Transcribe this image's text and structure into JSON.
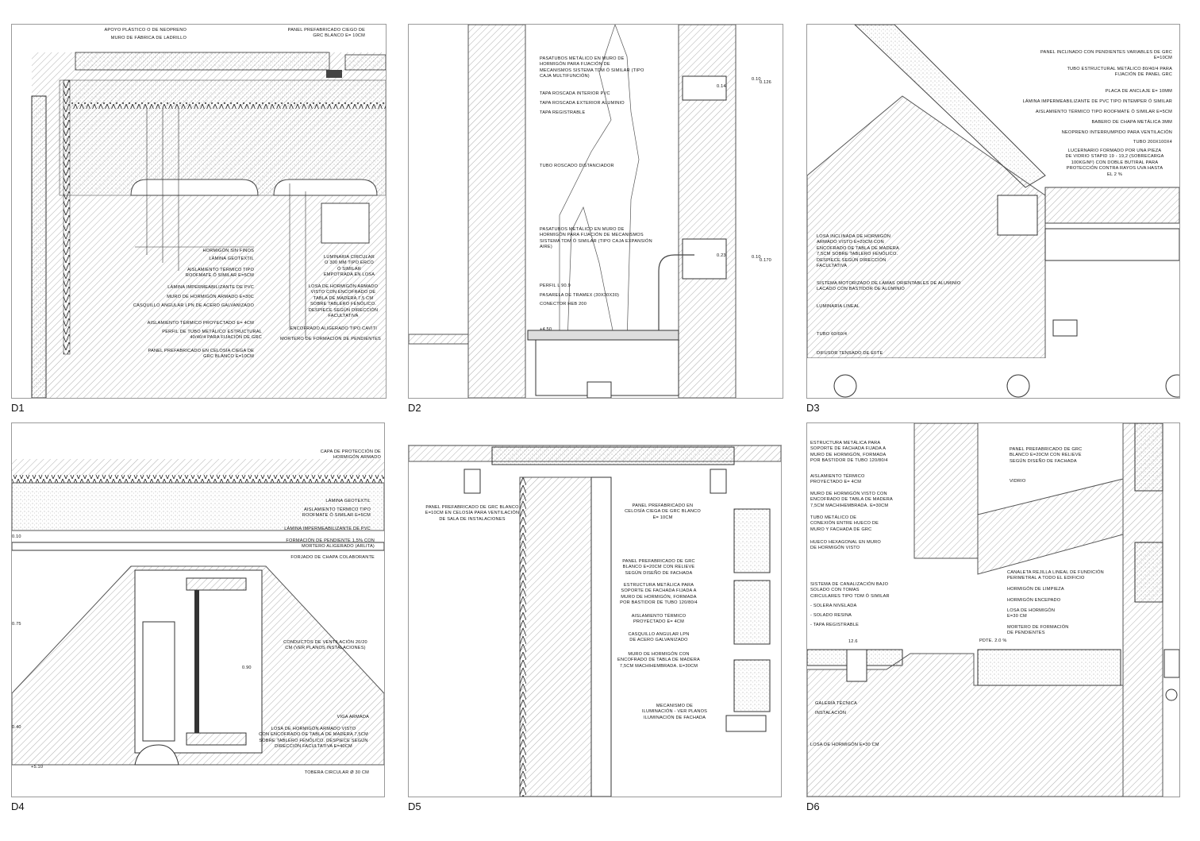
{
  "panels": [
    {
      "id": "D1",
      "label": "D1",
      "notes": [
        "APOYO PLÁSTICO O DE NEOPRENO",
        "MURO DE FÁBRICA DE LADRILLO",
        "PANEL PREFABRICADO CIEGO DE\nGRC BLANCO e= 10cm",
        "HORMIGÓN SIN FINOS",
        "LÁMINA GEOTEXTIL",
        "AISLAMIENTO TÉRMICO TIPO\nROOFMATE Ó SIMILAR e=5cm",
        "LÁMINA IMPERMEABILIZANTE DE PVC",
        "MURO DE HORMIGÓN ARMADO E=30C",
        "CASQUILLO ANGULAR LPN DE ACERO GALVANIZADO",
        "AISLAMIENTO TÉRMICO PROYECTADO e= 4cm",
        "PERFIL DE TUBO METÁLICO ESTRUCTURAL\n40/40/4 PARA FIJACIÓN DE GRC",
        "PANEL PREFABRICADO EN CELOSÍA CIEGA DE\nGRC BLANCO e=10cm",
        "LUMINARIA CIRCULAR\nO 300 mm TIPO ERCO\nÓ SIMILAR\nEMPOTRADA EN LOSA",
        "LOSA DE HORMIGÓN ARMADO\nVISTO CON ENCOFRADO DE\nTABLA DE MADERA 7,5 cm\nSOBRE TABLERO FENÓLICO.\nDESPIECE SEGÚN DIRECCIÓN\nFACULTATIVA",
        "ENCOFRADO ALIGERADO TIPO CAVITI",
        "MORTERO DE FORMACIÓN DE PENDIENTES"
      ]
    },
    {
      "id": "D2",
      "label": "D2",
      "notes": [
        "PASATUBOS METÁLICO EN MURO DE\nHORMIGÓN PARA FIJACIÓN DE\nMECANISMOS SISTEMA TDM Ó SIMILAR (TIPO\nCAJA MULTIFUNCIÓN)",
        "TAPA ROSCADA INTERIOR PVC",
        "TAPA ROSCADA EXTERIOR ALUMINIO",
        "TAPA REGISTRABLE",
        "TUBO ROSCADO DISTANCIADOR",
        "PASATUBOS METÁLICO EN MURO DE\nHORMIGÓN PARA FIJACIÓN DE MECANISMOS\nSISTEMA TDM Ó SIMILAR (TIPO CAJA EXPANSIÓN\nAIRE)",
        "PERFIL L 90.9",
        "PASARELA DE TRAMEX (30X30X30)",
        "CONECTOR HEB 200",
        "0.10",
        "0.126",
        "0.14",
        "0.10",
        "0.170",
        "0.23",
        "+4.50"
      ]
    },
    {
      "id": "D3",
      "label": "D3",
      "notes": [
        "PANEL INCLINADO CON PENDIENTES VARIABLES DE GRC\nE=10CM",
        "TUBO ESTRUCTURAL METÁLICO 80/40/4 PARA\nFIJACIÓN DE PANEL GRC",
        "PLACA DE ANCLAJE E= 10MM",
        "LÁMINA IMPERMEABILIZANTE DE PVC TIPO INTEMPER Ó SIMILAR",
        "AISLAMIENTO TÉRMICO TIPO ROOFMATE Ó SIMILAR E=5CM",
        "BABERO DE CHAPA METÁLICA 3MM",
        "NEOPRENO INTERRUMPIDO PARA VENTILACIÓN",
        "TUBO 200X100X4",
        "LUCERNARIO FORMADO POR UNA PIEZA\nDE VIDRIO STAPID 19 - 19,2 (SOBRECARGA\n100KG/M²) CON DOBLE BUTIRAL PARA\nPROTECCIÓN CONTRA RAYOS UVA HASTA\nEL 2 %",
        "LOSA INCLINADA DE HORMIGÓN\nARMADO VISTO E=20CM CON\nENCOFRADO DE TABLA DE MADERA\n7,5CM SOBRE TABLERO FENÓLICO.\nDESPIECE SEGÚN DIRECCIÓN\nFACULTATIVA",
        "SISTEMA MOTORIZADO DE LÁMAS ORIENTABLES DE ALUMINIO\nLACADO CON BASTIDOR DE ALUMINIO",
        "LUMINARIA LINEAL",
        "TUBO 60/60/4",
        "DIFUSOR TENSADO DE EFTE"
      ]
    },
    {
      "id": "D4",
      "label": "D4",
      "notes": [
        "CAPA DE PROTECCIÓN DE\nHORMIGÓN ARMADO",
        "LÁMINA GEOTEXTIL",
        "AISLAMIENTO TÉRMICO TIPO\nROOFMATE Ó SIMILAR e=5cm",
        "LÁMINA IMPERMEABILIZANTE DE PVC",
        "FORMACIÓN DE PENDIENTE 1,5% CON\nMORTERO ALIGERADO (ARLITA)",
        "FORJADO DE CHAPA COLABORANTE",
        "CONDUCTOS DE VENTILACIÓN 20/20\nCM (VER PLANOS INSTALACIONES)",
        "VIGA ARMADA",
        "LOSA DE HORMIGÓN ARMADO VISTO\nCON ENCOFRADO DE TABLA DE MADERA 7,5cm\nSOBRE TABLERO FENÓLICO. DESPIECE SEGÚN\nDIRECCIÓN FACULTATIVA e=40cm",
        "TOBERA CIRCULAR Ø 30 CM",
        "0.75",
        "0.40",
        "0.10",
        "0.90",
        "+5.10"
      ]
    },
    {
      "id": "D5",
      "label": "D5",
      "notes": [
        "PANEL PREFABRICADO DE GRC BLANCO\nE=10CM EN CELOSÍA PARA VENTILACIÓN\nDE SALA DE INSTALACIONES",
        "PANEL PREFABRICADO EN\nCELOSÍA CIEGA DE GRC BLANCO\ne= 10cm",
        "PANEL PREFABRICADO DE GRC\nBLANCO E=20CM CON RELIEVE\nSEGÚN DISEÑO DE FACHADA",
        "ESTRUCTURA METÁLICA PARA\nSOPORTE DE FACHADA FIJADA A\nMURO DE HORMIGÓN, FORMADA\nPOR BASTIDOR DE TUBO 120/80/4",
        "AISLAMIENTO TÉRMICO\nPROYECTADO e= 4cm",
        "CASQUILLO ANGULAR LPN\nDE ACERO GALVANIZADO",
        "MURO DE HORMIGÓN CON\nENCOFRADO DE TABLA DE MADERA\n7,5CM MACHIHEMBRADA. e=30CM",
        "MECANISMO DE\nILUMINACIÓN - VER PLANOS\nILUMINACIÓN DE FACHADA"
      ]
    },
    {
      "id": "D6",
      "label": "D6",
      "notes": [
        "ESTRUCTURA METÁLICA PARA\nSOPORTE DE FACHADA FIJADA A\nMURO DE HORMIGÓN, FORMADA\nPOR BASTIDOR DE TUBO 120/80/4",
        "AISLAMIENTO TÉRMICO\nPROYECTADO e= 4CM",
        "MURO DE HORMIGÓN VISTO CON\nENCOFRADO DE TABLA DE MADERA\n7,5CM MACHIHEMBRADA. e=30CM",
        "TUBO METÁLICO DE\nCONEXIÓN ENTRE HUECO DE\nMURO Y FACHADA DE GRC",
        "HUECO HEXAGONAL EN MURO\nDE HORMIGÓN VISTO",
        "SISTEMA DE CANALIZACIÓN BAJO\nSOLADO CON TOMAS\nCIRCULARES TIPO TDM Ó SIMILAR",
        "- SOLERA NIVELADA",
        "- SOLADO RESINA",
        "- TAPA REGISTRABLE",
        "PANEL PREFABRICADO DE GRC\nBLANCO E=20CM CON RELIEVE\nSEGÚN DISEÑO DE FACHADA",
        "VIDRIO",
        "CANALETA REJILLA LINEAL DE FUNDICIÓN\nPERIMETRAL A TODO EL EDIFICIO",
        "HORMIGÓN DE LIMPIEZA",
        "HORMIGÓN ENCEPADO",
        "LOSA DE HORMIGÓN\ne=30 CM",
        "MORTERO DE FORMACIÓN\nDE PENDIENTES",
        "GALERÍA TÉCNICA",
        "INSTALACIÓN",
        "LOSA DE HORMIGÓN e=30 CM",
        "PDTE. 2.0 %",
        "12.6"
      ]
    }
  ]
}
